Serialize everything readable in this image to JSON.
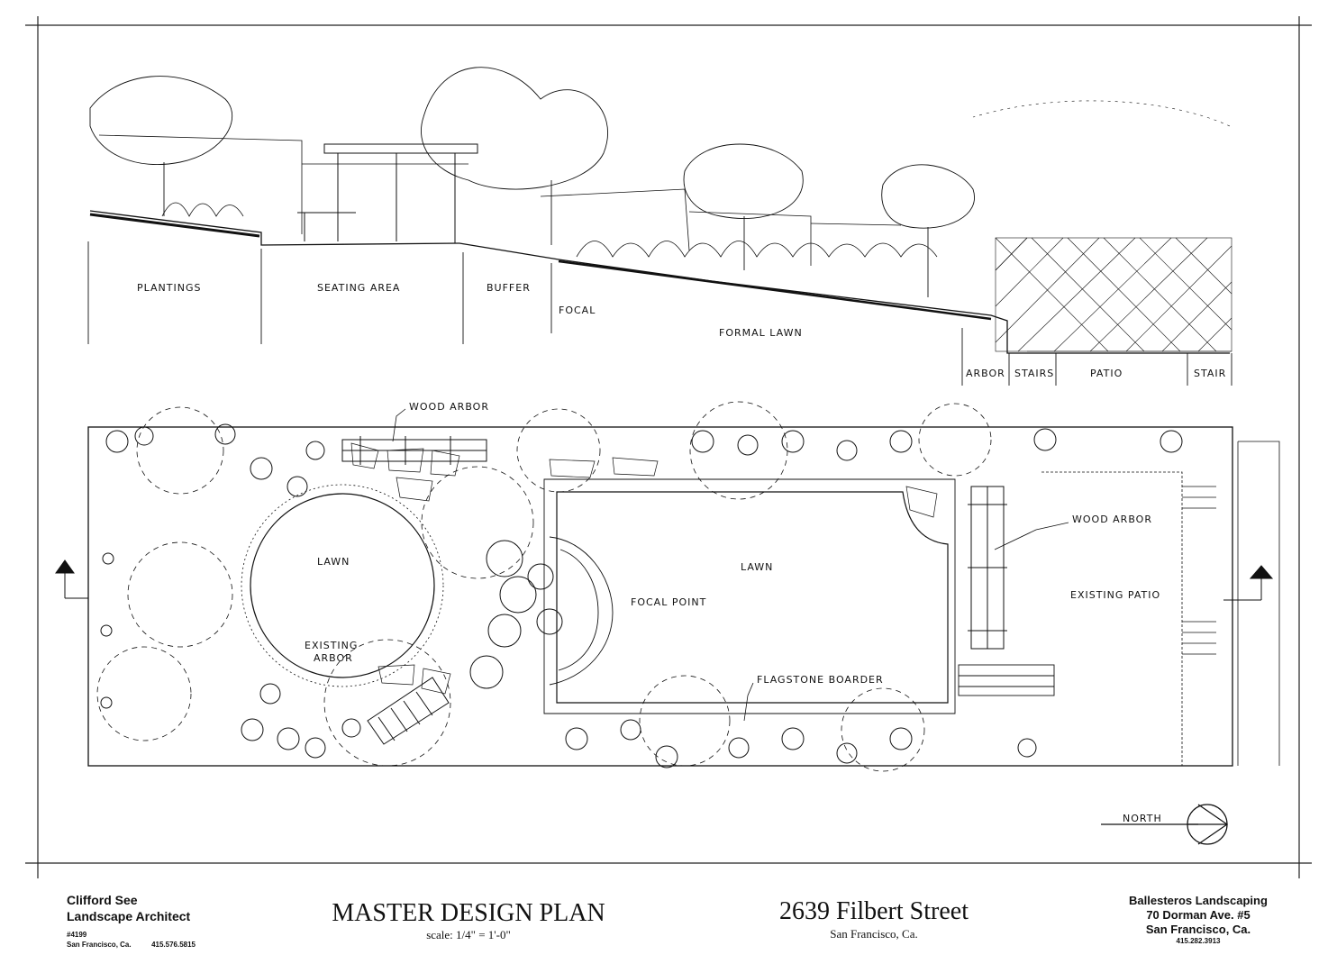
{
  "elevation": {
    "zones": [
      "PLANTINGS",
      "SEATING AREA",
      "BUFFER",
      "FOCAL",
      "FORMAL LAWN",
      "ARBOR",
      "STAIRS",
      "PATIO",
      "STAIR"
    ]
  },
  "plan": {
    "labels": {
      "wood_arbor_top": "WOOD ARBOR",
      "wood_arbor_right": "WOOD ARBOR",
      "lawn_circle": "LAWN",
      "lawn_main": "LAWN",
      "focal_point": "FOCAL POINT",
      "existing_arbor_1": "EXISTING",
      "existing_arbor_2": "ARBOR",
      "flagstone": "FLAGSTONE BOARDER",
      "existing_patio": "EXISTING PATIO",
      "north": "NORTH"
    }
  },
  "title_block": {
    "architect_name": "Clifford See",
    "architect_title": "Landscape Architect",
    "license": "#4199",
    "architect_city": "San Francisco, Ca.",
    "architect_phone": "415.576.5815",
    "plan_title": "MASTER DESIGN PLAN",
    "scale": "scale: 1/4\" = 1'-0\"",
    "address": "2639 Filbert Street",
    "address_city": "San Francisco, Ca.",
    "contractor_name": "Ballesteros Landscaping",
    "contractor_street": "70 Dorman Ave.  #5",
    "contractor_city": "San Francisco, Ca.",
    "contractor_phone": "415.282.3913"
  },
  "colors": {
    "ink": "#111111",
    "paper": "#ffffff"
  }
}
